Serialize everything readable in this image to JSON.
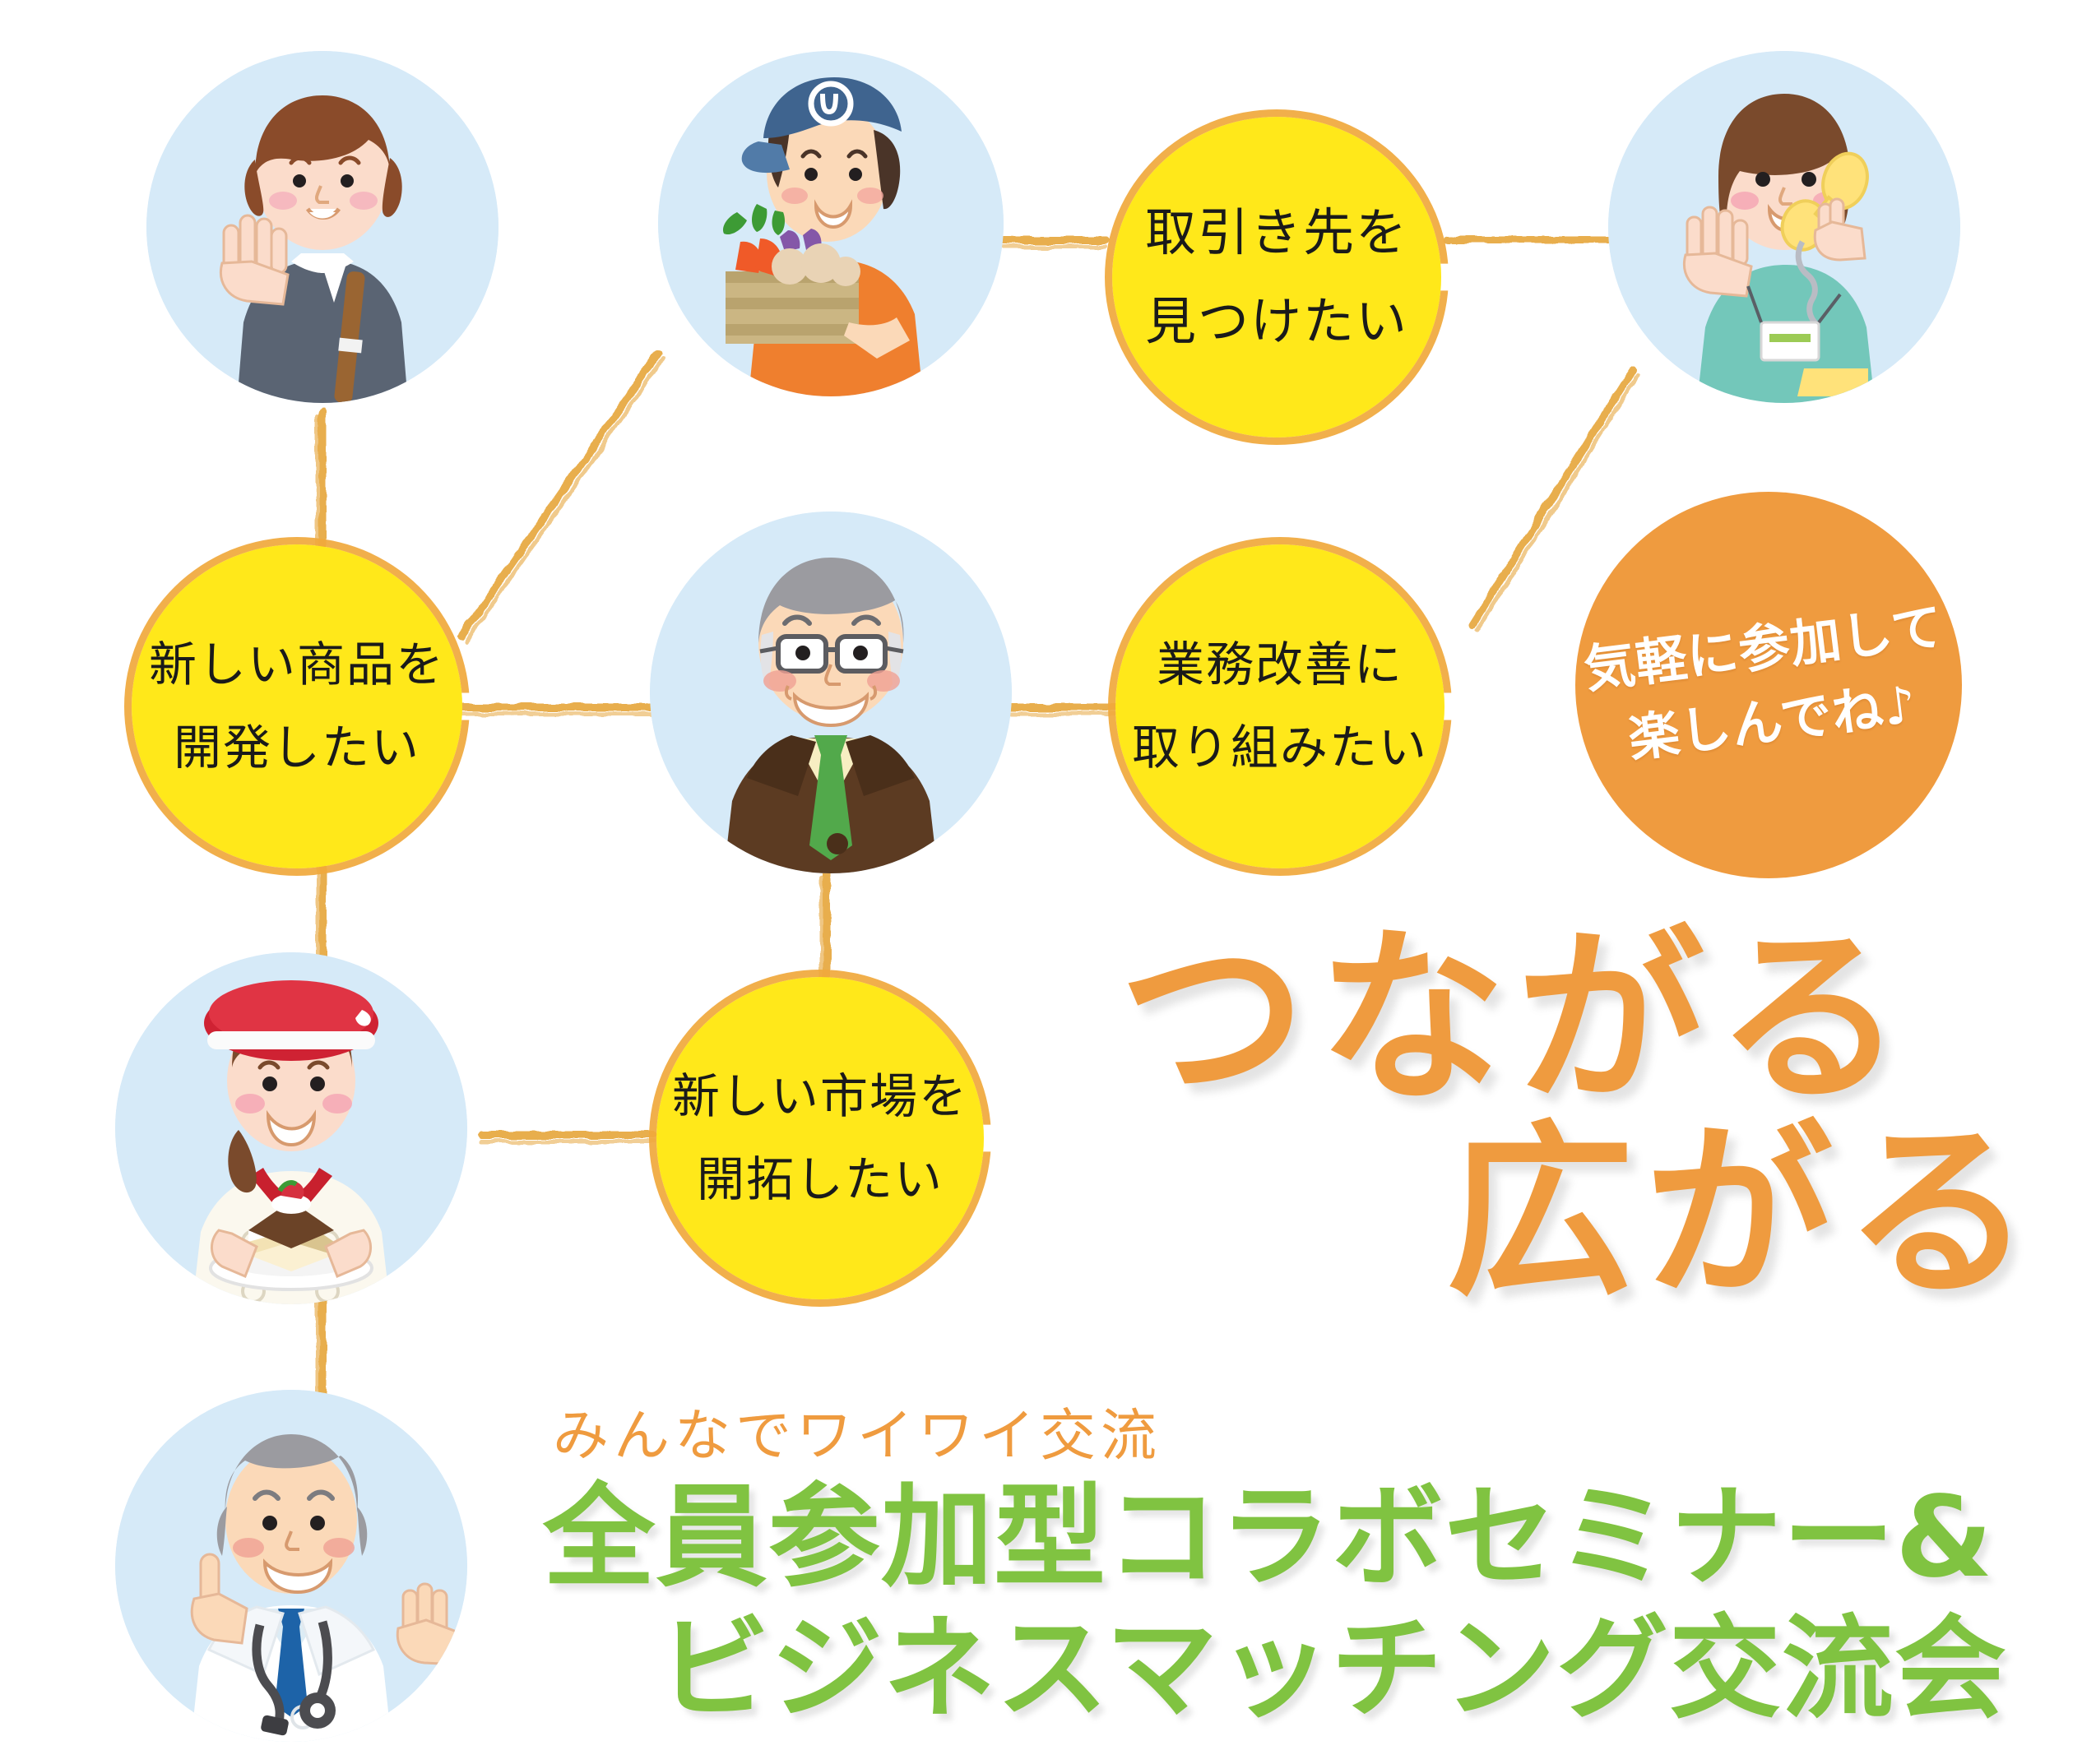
{
  "poster": {
    "background_color": "#ffffff",
    "accent_orange": "#ef9b3f",
    "accent_yellow": "#ffe81a",
    "accent_green": "#80c341",
    "avatar_circle_color": "#d6eaf8"
  },
  "thought_bubbles": [
    {
      "id": "find-business-partners",
      "line1": "取引き先を",
      "line2": "見つけたい"
    },
    {
      "id": "develop-new-product",
      "line1": "新しい商品を",
      "line2": "開発したい"
    },
    {
      "id": "improve-operations",
      "line1": "業務改善に",
      "line2": "取り組みたい"
    },
    {
      "id": "open-new-market",
      "line1": "新しい市場を",
      "line2": "開拓したい"
    }
  ],
  "invite_bubble": {
    "line1": "気軽に参加して",
    "line2": "楽しんでね♪"
  },
  "headline": {
    "line1": "つながる",
    "line2": "広がる"
  },
  "footer": {
    "kicker": "みんなでワイワイ交流",
    "title_line1": "全員参加型コラボセミナー&",
    "title_line2": "ビジネスマッチング交流会"
  },
  "avatars": [
    {
      "id": "businesswoman-waving",
      "label": "businesswoman-waving"
    },
    {
      "id": "farmer-with-vegetables",
      "label": "farmer-with-vegetable-crate"
    },
    {
      "id": "receptionist-on-phone",
      "label": "receptionist-on-phone"
    },
    {
      "id": "senior-businessman",
      "label": "senior-businessman-with-glasses"
    },
    {
      "id": "pastry-chef",
      "label": "pastry-chef-with-cake"
    },
    {
      "id": "doctor",
      "label": "doctor-with-stethoscope"
    }
  ]
}
